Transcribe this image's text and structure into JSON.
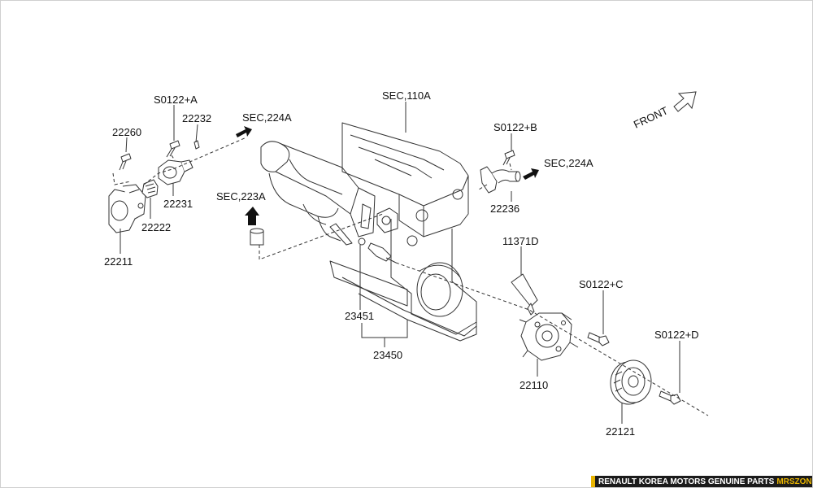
{
  "labels": {
    "sec_110a": "SEC,110A",
    "front": "FRONT",
    "s0122_a": "S0122+A",
    "p22232": "22232",
    "sec_224a_left": "SEC,224A",
    "p22260": "22260",
    "p22231": "22231",
    "p22222": "22222",
    "p22211": "22211",
    "sec_223a": "SEC,223A",
    "s0122_b": "S0122+B",
    "sec_224a_right": "SEC,224A",
    "p22236": "22236",
    "p11371d": "11371D",
    "s0122_c": "S0122+C",
    "s0122_d": "S0122+D",
    "p23451": "23451",
    "p23450": "23450",
    "p22110": "22110",
    "p22121": "22121"
  },
  "footer": {
    "main_text": "RENAULT KOREA MOTORS GENUINE PARTS",
    "brand_text": "MRSZONE"
  },
  "colors": {
    "line": "#333333",
    "footer_bg": "#1b1b1b",
    "footer_accent": "#e8b400"
  },
  "icons": {
    "arrows": "black-arrow-icon",
    "front": "outline-arrow-icon"
  }
}
